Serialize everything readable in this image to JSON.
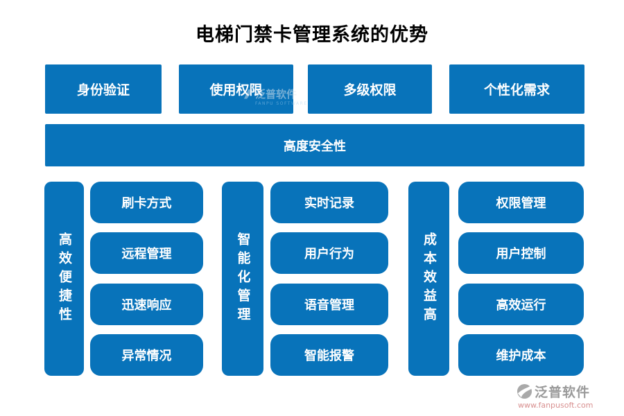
{
  "title": "电梯门禁卡管理系统的优势",
  "colors": {
    "primary_blue": "#0873BA",
    "box_text": "#ffffff",
    "title_text": "#000000",
    "logo_gray": "#9a9a9a",
    "logo_url_red": "#d88f8f"
  },
  "top_row": [
    {
      "label": "身份验证"
    },
    {
      "label": "使用权限"
    },
    {
      "label": "多级权限"
    },
    {
      "label": "个性化需求"
    }
  ],
  "security_bar": {
    "label": "高度安全性"
  },
  "groups": [
    {
      "side_label": "高效便捷性",
      "items": [
        "刷卡方式",
        "远程管理",
        "迅速响应",
        "异常情况"
      ]
    },
    {
      "side_label": "智能化管理",
      "items": [
        "实时记录",
        "用户行为",
        "语音管理",
        "智能报警"
      ]
    },
    {
      "side_label": "成本效益高",
      "items": [
        "权限管理",
        "用户控制",
        "高效运行",
        "维护成本"
      ]
    }
  ],
  "watermark": {
    "text": "泛普软件",
    "subtext": "FANPU SOFTWARE"
  },
  "logo": {
    "name": "泛普软件",
    "url": "www.fanpusoft.com"
  }
}
